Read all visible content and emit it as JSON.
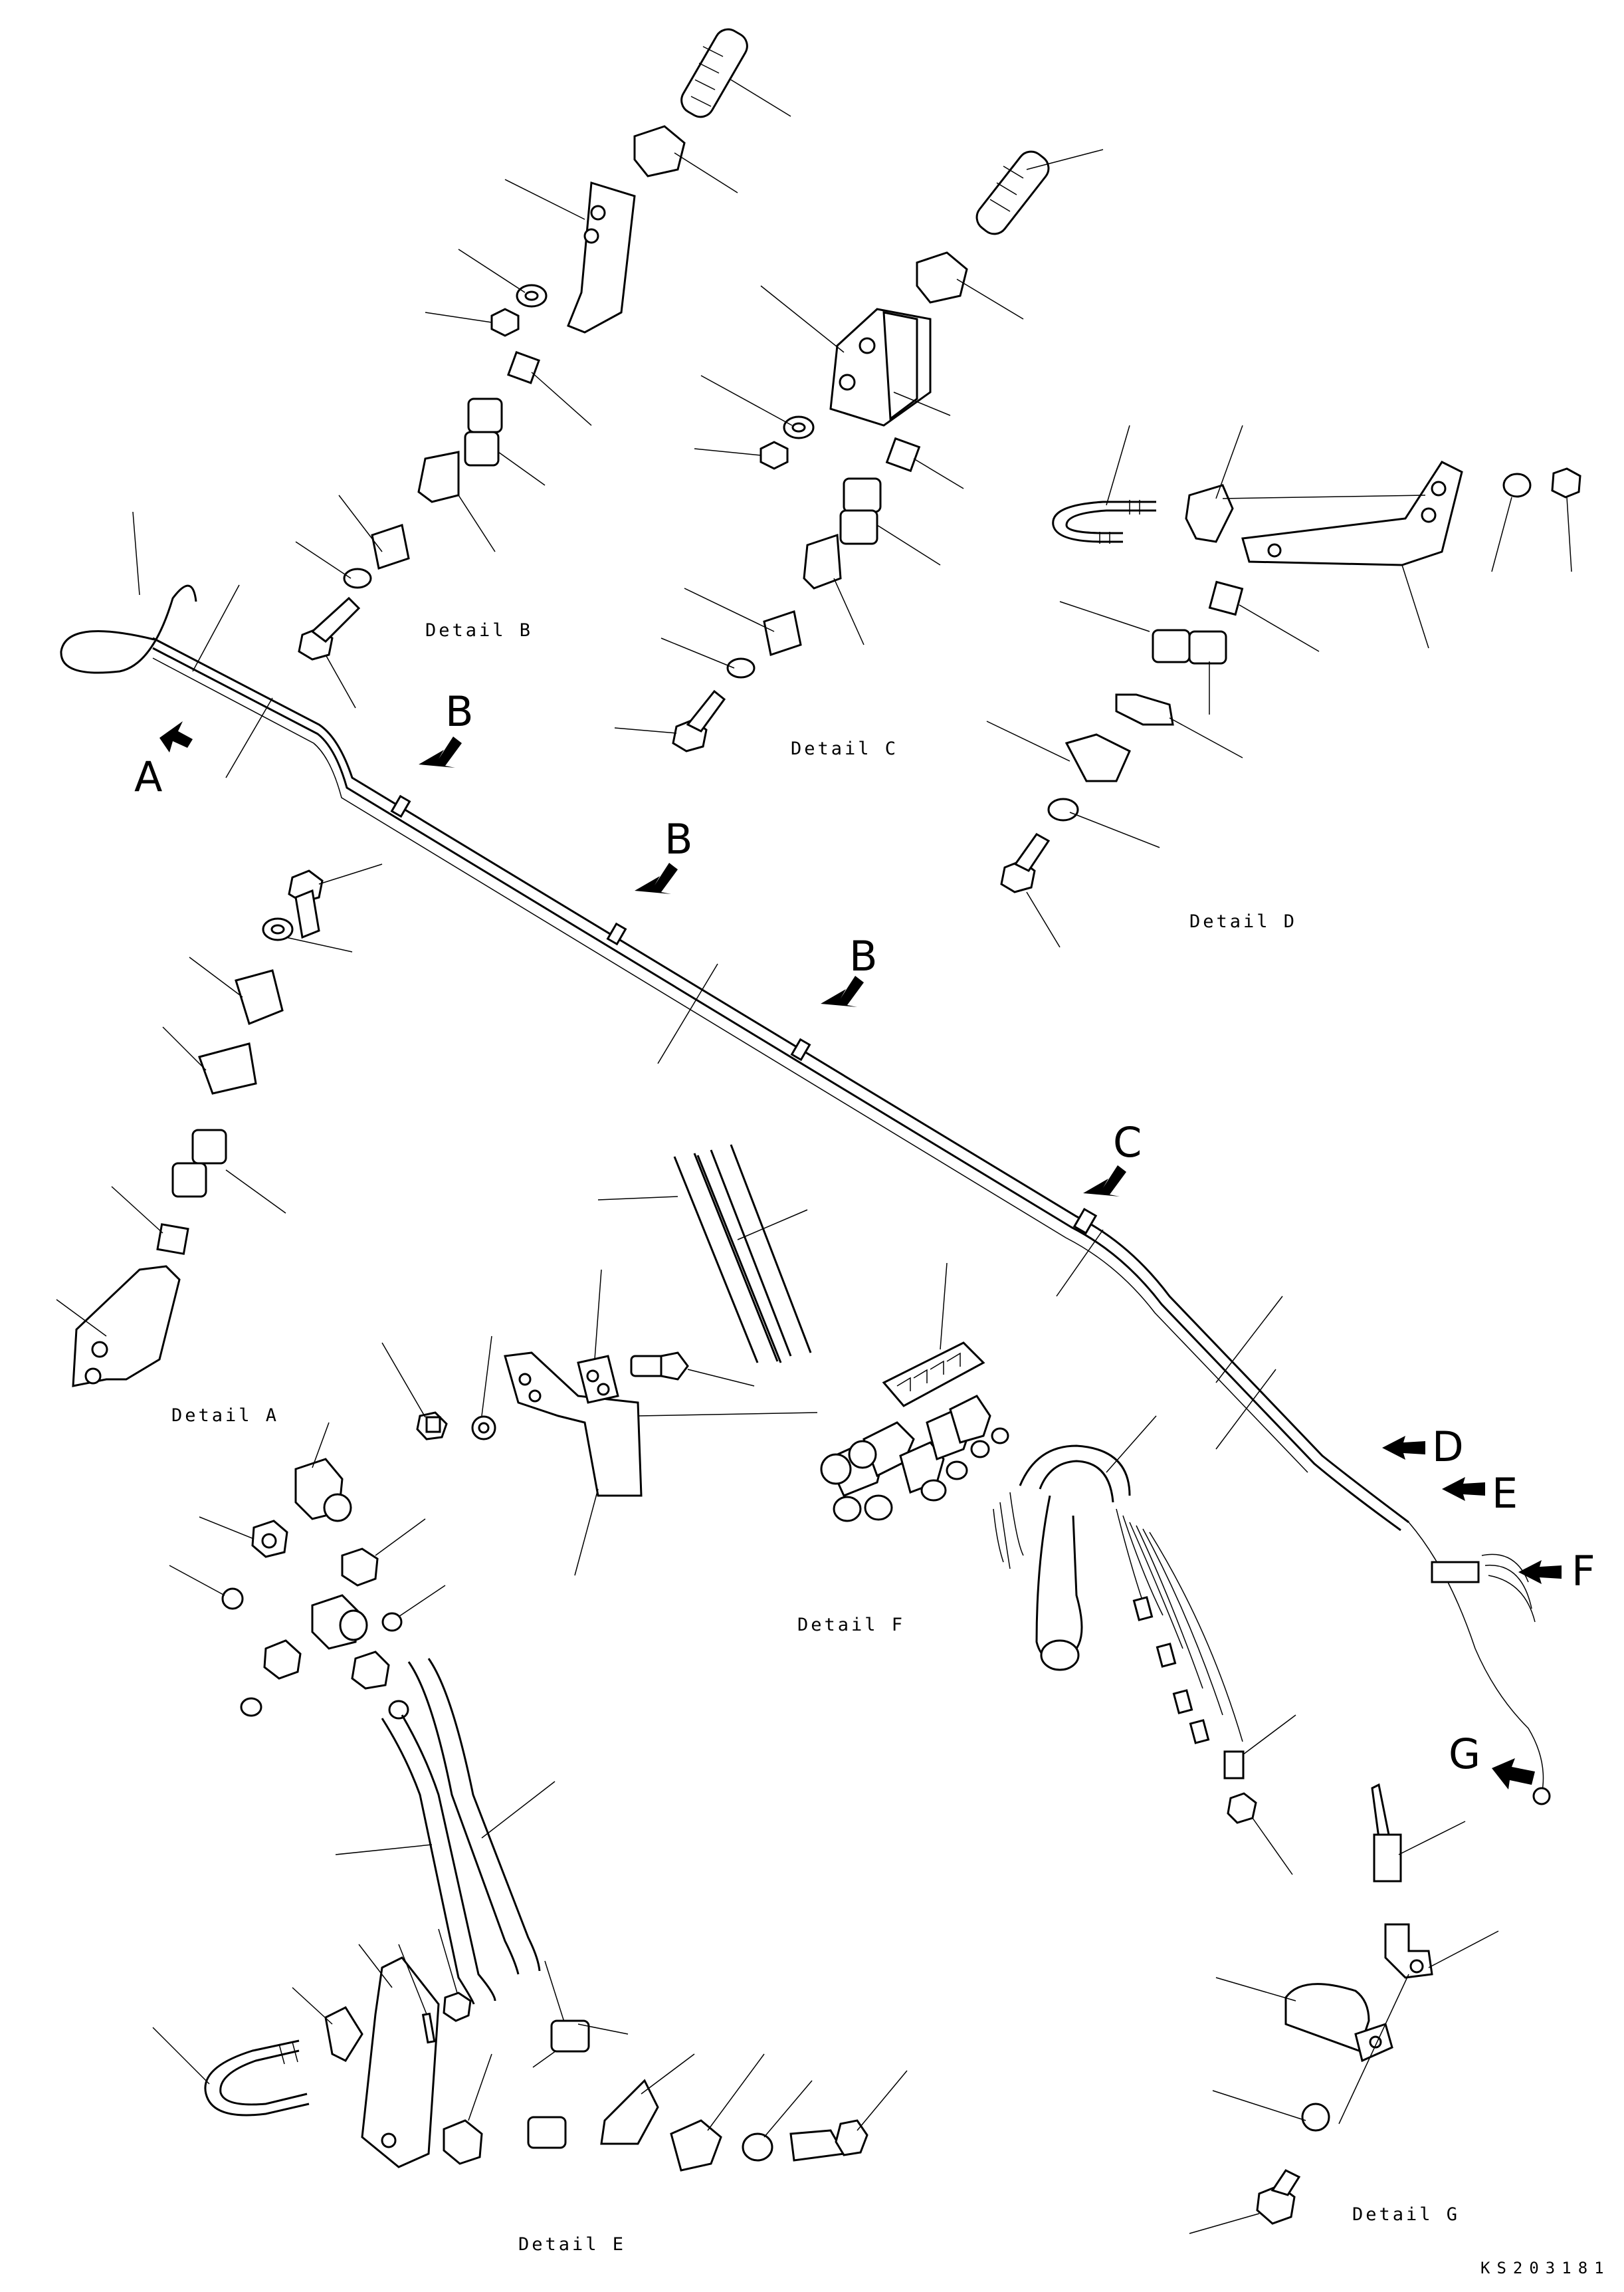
{
  "details": {
    "A": "Detail A",
    "B": "Detail B",
    "C": "Detail C",
    "D": "Detail D",
    "E": "Detail E",
    "F": "Detail F",
    "G": "Detail G"
  },
  "arrows": {
    "A": "A",
    "B1": "B",
    "B2": "B",
    "B3": "B",
    "C": "C",
    "D": "D",
    "E": "E",
    "F": "F",
    "G": "G"
  },
  "reference": "KS203181"
}
